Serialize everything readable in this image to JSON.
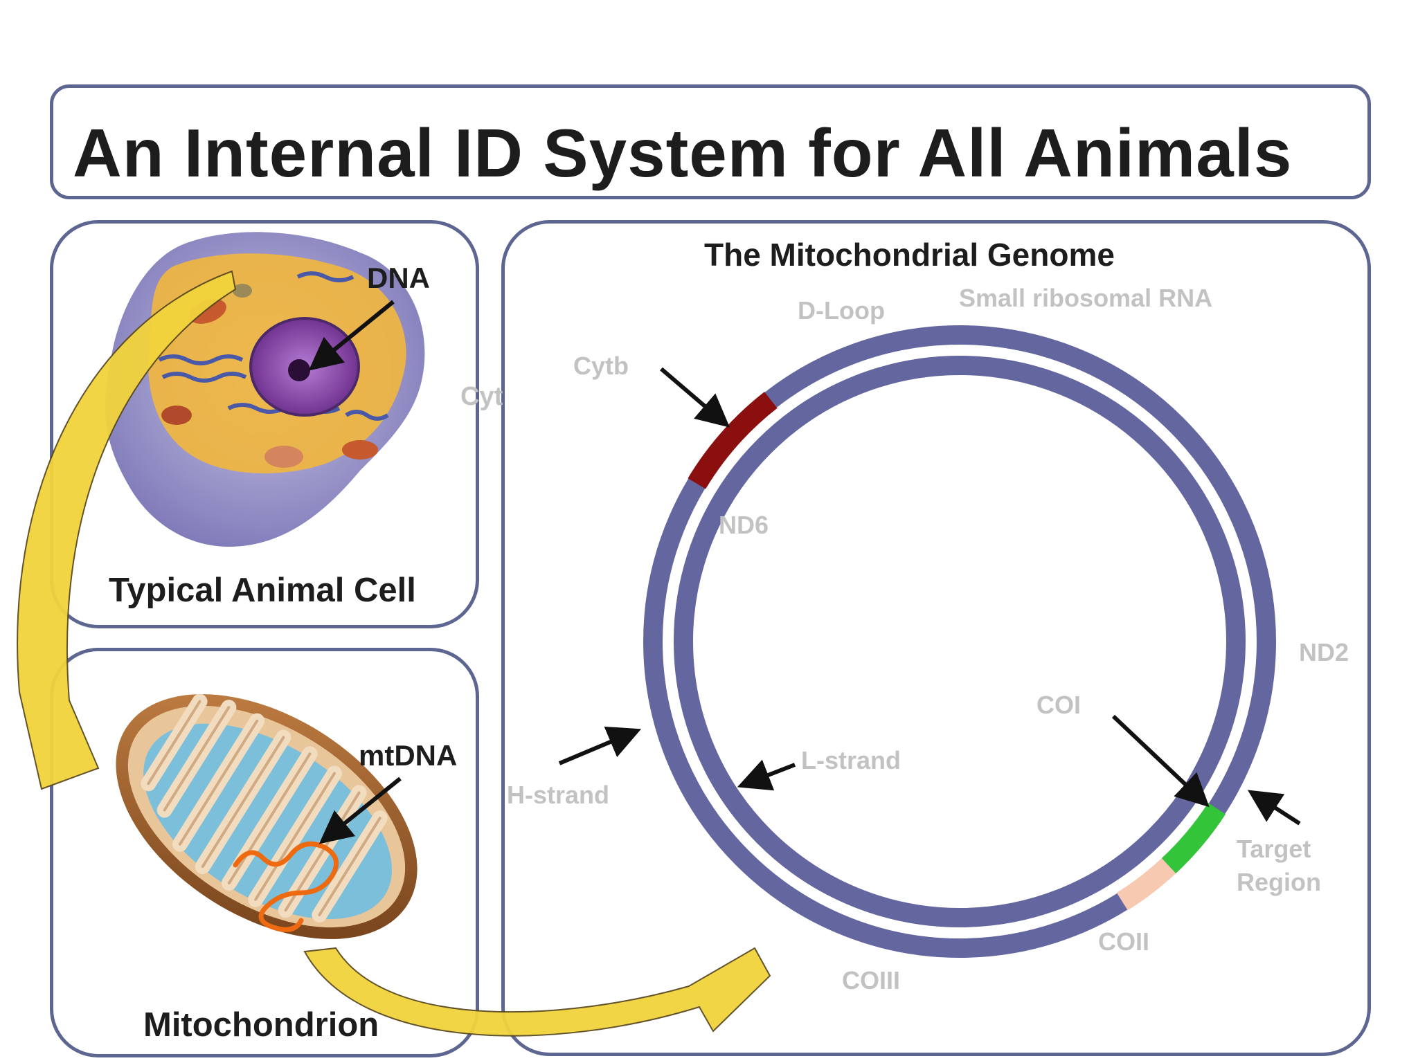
{
  "title": "An Internal ID System for All Animals",
  "cell_panel": {
    "caption": "Typical Animal Cell",
    "dna_label": "DNA",
    "cropped_label": "Cyt"
  },
  "mito_panel": {
    "caption": "Mitochondrion",
    "mtdna_label": "mtDNA"
  },
  "genome_panel": {
    "title": "The Mitochondrial Genome",
    "labels": {
      "d_loop": "D-Loop",
      "small_rrna": "Small ribosomal RNA",
      "cytb": "Cytb",
      "nd6": "ND6",
      "nd2": "ND2",
      "coi": "COI",
      "l_strand": "L-strand",
      "h_strand": "H-strand",
      "target": "Target",
      "region": "Region",
      "coii": "COII",
      "coiii": "COIII"
    }
  },
  "colors": {
    "ring": "#6466a0",
    "cytb_segment": "#8b0f0f",
    "target_segment": "#33c43a",
    "coi_segment": "#f7c9b0",
    "border": "#5d6690",
    "connector": "#f2d33c",
    "label_gray": "#c2c2c2"
  },
  "icons": [
    "animal-cell-illustration",
    "mitochondrion-illustration",
    "connector-arrow-icon"
  ]
}
